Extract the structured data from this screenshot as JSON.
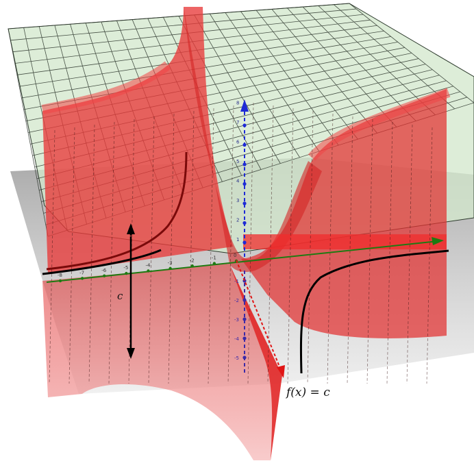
{
  "labels": {
    "c": "c",
    "equation": "f(x) = c"
  },
  "x_ticks": [
    "-8",
    "-7",
    "-6",
    "-5",
    "-4",
    "-3",
    "-2",
    "-1",
    "0"
  ],
  "z_ticks_positive": [
    "1",
    "2",
    "3",
    "4",
    "5",
    "6",
    "7",
    "8"
  ],
  "z_ticks_negative": [
    "-1",
    "-2",
    "-3",
    "-4",
    "-5"
  ],
  "colors": {
    "surface": "#e8262a",
    "plane": "#d6ead0",
    "plane_grid": "#1f2a1f",
    "ground": "#b8b8b8",
    "x_axis": "#1f7a12",
    "z_axis": "#1f2ad6",
    "level_curve": "#000000",
    "level_curve_on_surface": "#7a0a0a"
  }
}
